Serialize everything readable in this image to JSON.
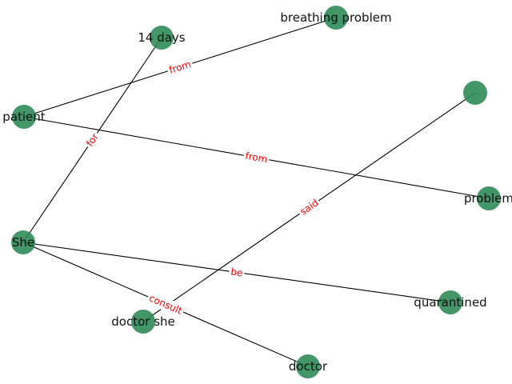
{
  "graph": {
    "colors": {
      "node": "#2e8b57",
      "edge": "#000000",
      "edge_label": "#ff0000",
      "node_label": "#111111"
    },
    "nodes": [
      {
        "id": "breathing",
        "label": "breathing problem"
      },
      {
        "id": "days",
        "label": "14 days"
      },
      {
        "id": "patient",
        "label": "patient"
      },
      {
        "id": "blank",
        "label": ""
      },
      {
        "id": "problem",
        "label": "problem"
      },
      {
        "id": "she",
        "label": "She"
      },
      {
        "id": "quarantined",
        "label": "quarantined"
      },
      {
        "id": "doctorshe",
        "label": "doctor she"
      },
      {
        "id": "doctor",
        "label": "doctor"
      }
    ],
    "edges": [
      {
        "id": "e1",
        "source": "patient",
        "target": "breathing",
        "label": "from"
      },
      {
        "id": "e2",
        "source": "patient",
        "target": "problem",
        "label": "from"
      },
      {
        "id": "e3",
        "source": "she",
        "target": "days",
        "label": "for"
      },
      {
        "id": "e4",
        "source": "she",
        "target": "quarantined",
        "label": "be"
      },
      {
        "id": "e5",
        "source": "she",
        "target": "doctor",
        "label": "consult"
      },
      {
        "id": "e6",
        "source": "doctorshe",
        "target": "blank",
        "label": "said"
      }
    ]
  }
}
